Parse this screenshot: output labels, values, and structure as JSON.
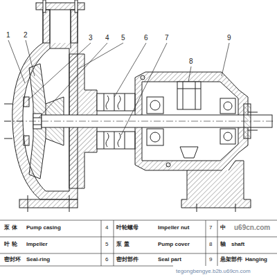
{
  "diagram": {
    "labels": [
      "1",
      "2",
      "3",
      "4",
      "5",
      "6",
      "7",
      "8",
      "9",
      "泵 体",
      "Pump casing",
      "4",
      "叶轮螺母",
      "Impeller nut",
      "7",
      "中",
      "叶 轮",
      "Impeller",
      "5",
      "泵 盖",
      "Pump cover",
      "8",
      "轴",
      "shaft",
      "密封环",
      "Seal-ring",
      "6",
      "密封部件",
      "Seal part",
      "9",
      "悬架部件",
      "Hanging",
      "u69cn.com",
      "tegongbengye.b2b.u69cn.com"
    ]
  }
}
